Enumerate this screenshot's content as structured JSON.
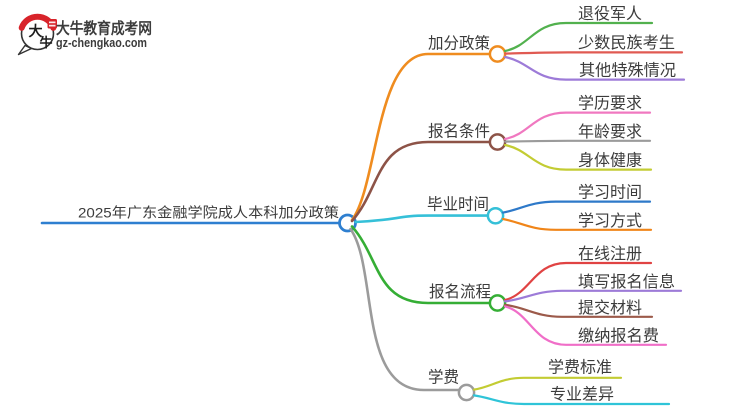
{
  "logo": {
    "title": "大牛教育成考网",
    "subtitle": "gz-chengkao.com",
    "icon_char_top": "大",
    "icon_char_bottom": "牛",
    "title_color": "#188A42",
    "subtitle_color": "#27A05B",
    "seal_color": "#D8232A"
  },
  "mindmap": {
    "root": {
      "label": "2025年广东金融学院成人本科加分政策",
      "color": "#2E7FD0"
    },
    "branches": [
      {
        "label": "加分政策",
        "color": "#EF8C1F",
        "children": [
          {
            "label": "退役军人",
            "color": "#52B14E"
          },
          {
            "label": "少数民族考生",
            "color": "#E05A52"
          },
          {
            "label": "其他特殊情况",
            "color": "#9D7BD8"
          }
        ]
      },
      {
        "label": "报名条件",
        "color": "#8D5347",
        "children": [
          {
            "label": "学历要求",
            "color": "#F078C0"
          },
          {
            "label": "年龄要求",
            "color": "#9B9B9B"
          },
          {
            "label": "身体健康",
            "color": "#C3CC33"
          }
        ]
      },
      {
        "label": "毕业时间",
        "color": "#35C0D8",
        "children": [
          {
            "label": "学习时间",
            "color": "#2E79C9"
          },
          {
            "label": "学习方式",
            "color": "#F08519"
          }
        ]
      },
      {
        "label": "报名流程",
        "color": "#35AE35",
        "children": [
          {
            "label": "在线注册",
            "color": "#E04343"
          },
          {
            "label": "填写报名信息",
            "color": "#9D7BD8"
          },
          {
            "label": "提交材料",
            "color": "#9C5A4A"
          },
          {
            "label": "缴纳报名费",
            "color": "#F06EC8"
          }
        ]
      },
      {
        "label": "学费",
        "color": "#9B9B9B",
        "children": [
          {
            "label": "学费标准",
            "color": "#C3CC33"
          },
          {
            "label": "专业差异",
            "color": "#2FC4D8"
          }
        ]
      }
    ]
  }
}
